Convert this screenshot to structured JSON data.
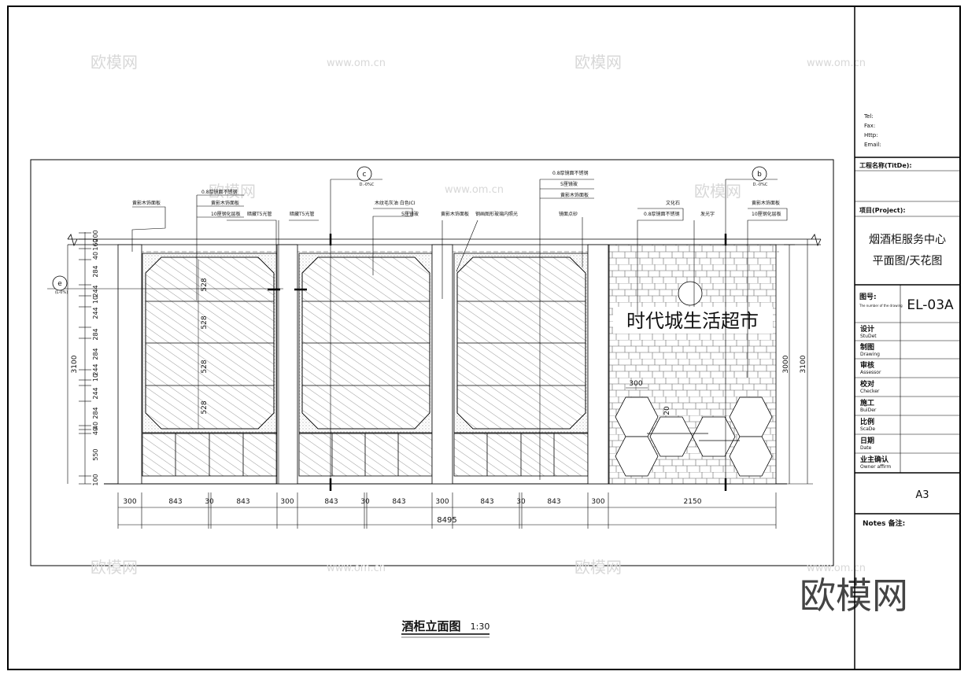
{
  "watermark": {
    "brand": "欧模网",
    "site": "www.om.cn",
    "big": "欧模网"
  },
  "drawing": {
    "title": "酒柜立面图",
    "scale": "1:30",
    "signage": "时代城生活超市",
    "callouts": [
      {
        "id": "c",
        "ref": "D.-0%C"
      },
      {
        "id": "b",
        "ref": "D.-0%C"
      },
      {
        "id": "e",
        "ref": "(L-0%)"
      }
    ],
    "labels": {
      "l1": "黄影木饰面板",
      "l2": "0.8厚镜面不锈钢",
      "l3": "黄影木饰面板",
      "l4": "10厘钢化层板",
      "l5": "暗藏T5光管",
      "l6": "暗藏T5光管",
      "l7": "木纹毛灰油 白色ICI",
      "l8": "5厘镜玻",
      "l9": "黄影木饰面板",
      "l10": "钢画图形玻璃内照光",
      "l11": "0.8厚镜面不锈钢",
      "l12": "5厘镜玻",
      "l13": "黄影木饰面板",
      "l14": "镜面点砂",
      "l15": "文化石",
      "l16": "0.8厚镜面不锈钢",
      "l17": "发光字",
      "l18": "黄影木饰面板",
      "l19": "10厘钢化层板"
    },
    "dims_bottom": [
      "300",
      "843",
      "30",
      "843",
      "300",
      "843",
      "30",
      "843",
      "300",
      "843",
      "30",
      "843",
      "300",
      "2150"
    ],
    "dim_total": "8495",
    "dims_left": [
      "100",
      "550",
      "40",
      "40",
      "284",
      "244",
      "10",
      "244",
      "284",
      "284",
      "244",
      "10",
      "244",
      "284",
      "40",
      "160",
      "200"
    ],
    "dim_left_total": "3100",
    "dims_right_total": "3100",
    "dims_right_inner": "3000",
    "dims_inner_528": [
      "528",
      "528",
      "528",
      "528"
    ],
    "dim_hex": "300",
    "dim_hex2": "20"
  },
  "titleblock": {
    "contacts": [
      "Tel:",
      "Fax:",
      "Http:",
      "Email:"
    ],
    "project_name_label": "工程名称(TitDe):",
    "project_label": "项目(Project):",
    "project_title_line1": "烟酒柜服务中心",
    "project_title_line2": "平面图/天花图",
    "drawing_no_label": "图号:",
    "drawing_no_sub": "The number of the drawing",
    "drawing_no": "EL-03A",
    "rows": [
      {
        "cn": "设计",
        "en": "StuDet"
      },
      {
        "cn": "制图",
        "en": "Drawing"
      },
      {
        "cn": "审核",
        "en": "Assessor"
      },
      {
        "cn": "校对",
        "en": "Checker"
      },
      {
        "cn": "施工",
        "en": "BuiDer"
      },
      {
        "cn": "比例",
        "en": "ScaDe"
      },
      {
        "cn": "日期",
        "en": "Date"
      },
      {
        "cn": "业主确认",
        "en": "Owner affirm"
      }
    ],
    "paper": "A3",
    "notes": "Notes 备注:"
  }
}
